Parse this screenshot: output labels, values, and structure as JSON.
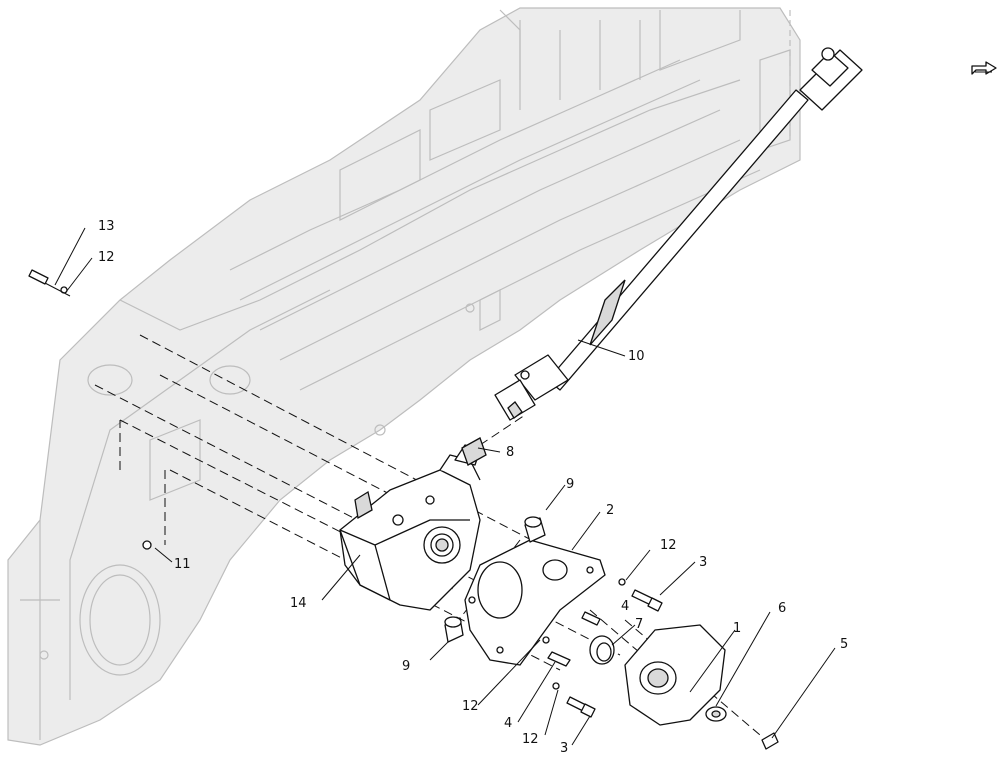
{
  "diagram": {
    "callouts": [
      "13",
      "12",
      "10",
      "8",
      "9",
      "2",
      "12",
      "3",
      "4",
      "11",
      "14",
      "7",
      "1",
      "6",
      "5",
      "9",
      "12",
      "4",
      "12",
      "3"
    ],
    "nav_icon": "arrow-right-icon"
  }
}
